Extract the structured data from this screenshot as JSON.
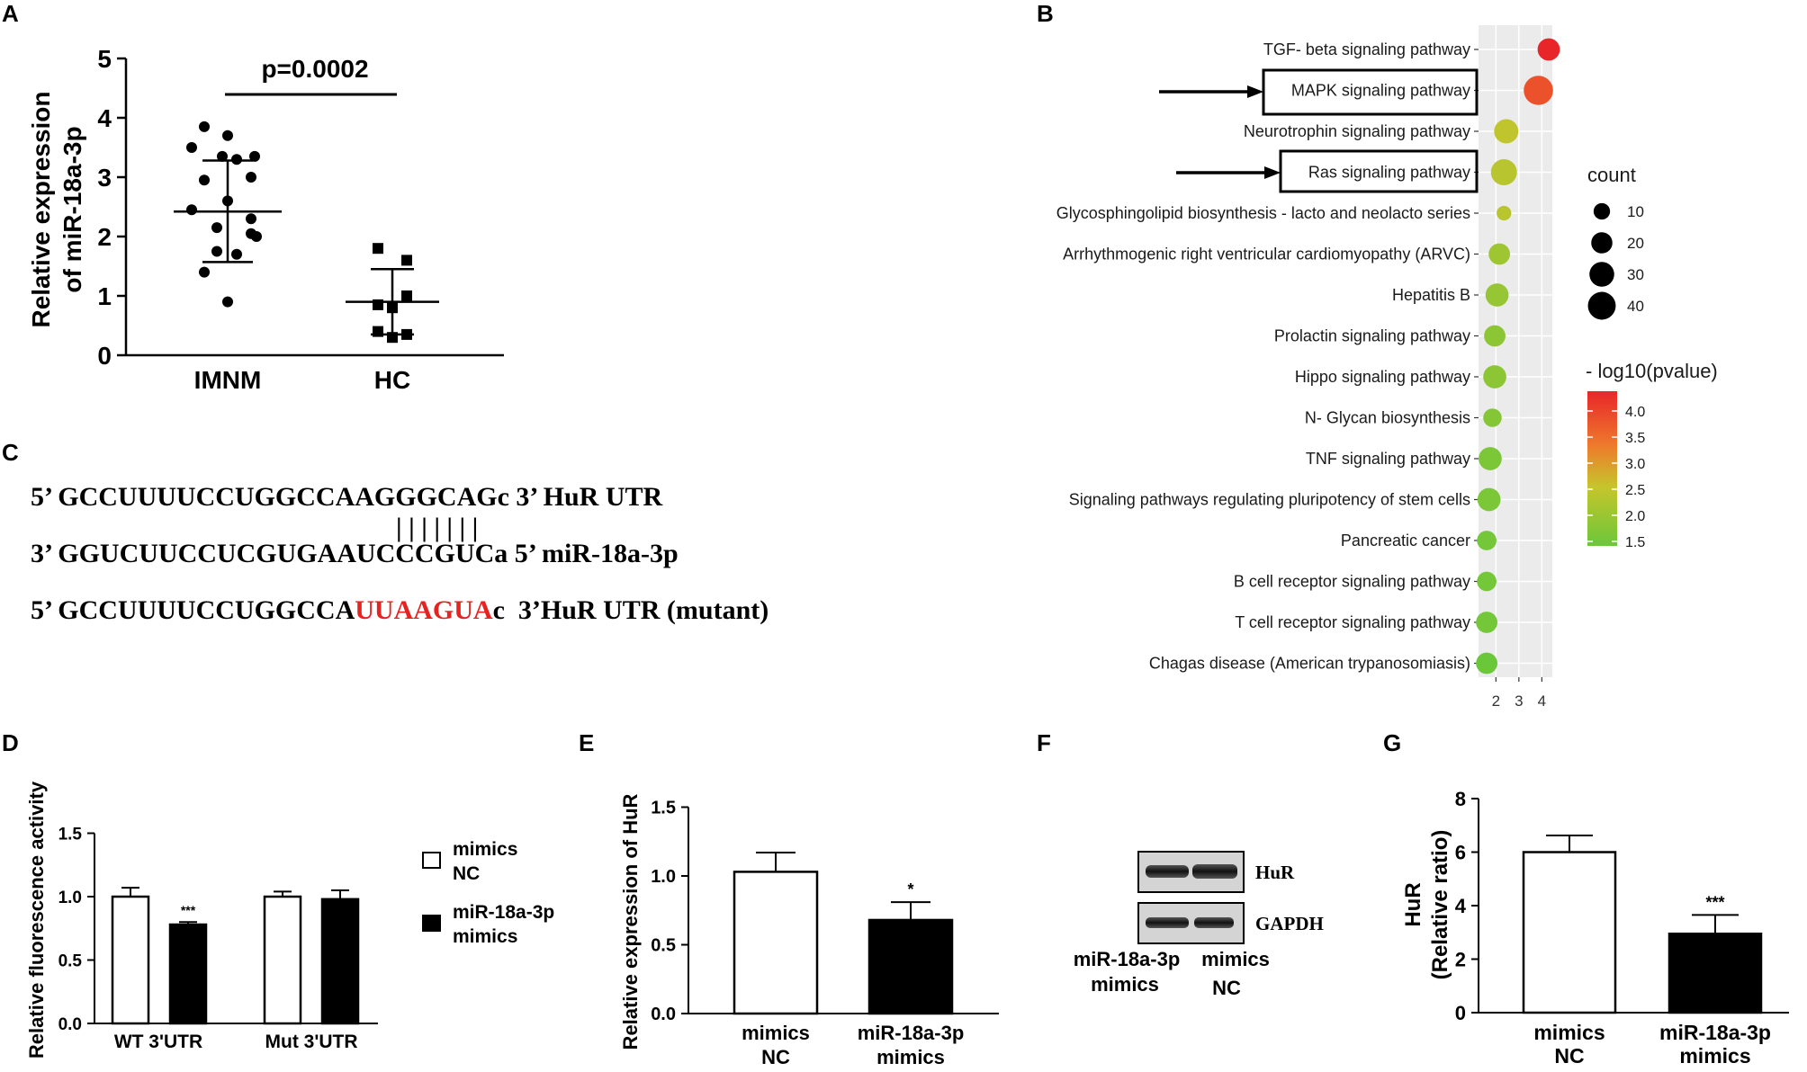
{
  "panels": {
    "A": {
      "letter": "A",
      "ylabel_line1": "Relative expression",
      "ylabel_line2": "of miR-18a-3p",
      "pvalue": "p=0.0002",
      "yticks": [
        "0",
        "1",
        "2",
        "3",
        "4",
        "5"
      ],
      "chart_data": {
        "type": "scatter",
        "title": "",
        "ylabel": "Relative expression of miR-18a-3p",
        "ylim": [
          0,
          5
        ],
        "categories": [
          "IMNM",
          "HC"
        ],
        "series": [
          {
            "name": "IMNM",
            "values": [
              3.85,
              3.7,
              3.5,
              3.35,
              3.35,
              3.3,
              3.0,
              2.95,
              2.6,
              2.45,
              2.3,
              2.15,
              2.05,
              2.0,
              1.75,
              1.7,
              1.4,
              0.9
            ],
            "mean": 2.42,
            "sd_upper": 3.28,
            "sd_lower": 1.57
          },
          {
            "name": "HC",
            "values": [
              1.8,
              1.6,
              1.0,
              0.85,
              0.8,
              0.4,
              0.35,
              0.3
            ],
            "mean": 0.9,
            "sd_upper": 1.45,
            "sd_lower": 0.35
          }
        ]
      }
    },
    "B": {
      "letter": "B",
      "count_legend_title": "count",
      "count_legend": [
        {
          "label": "10",
          "value": 10
        },
        {
          "label": "20",
          "value": 20
        },
        {
          "label": "30",
          "value": 30
        },
        {
          "label": "40",
          "value": 40
        }
      ],
      "color_legend_title": "- log10(pvalue)",
      "color_legend_ticks": [
        "4.0",
        "3.5",
        "3.0",
        "2.5",
        "2.0",
        "1.5"
      ],
      "xticks": [
        "2",
        "3",
        "4"
      ],
      "highlighted": [
        "MAPK signaling pathway",
        "Ras signaling pathway"
      ],
      "chart_data": {
        "type": "scatter",
        "title": "",
        "xlim": [
          1.4,
          4.3
        ],
        "pathways": [
          {
            "name": "TGF- beta signaling pathway",
            "x": 4.3,
            "count": 20,
            "neglog10p": 4.2
          },
          {
            "name": "MAPK signaling pathway",
            "x": 3.85,
            "count": 40,
            "neglog10p": 3.7
          },
          {
            "name": "Neurotrophin signaling pathway",
            "x": 2.45,
            "count": 25,
            "neglog10p": 2.4
          },
          {
            "name": "Ras signaling pathway",
            "x": 2.35,
            "count": 30,
            "neglog10p": 2.3
          },
          {
            "name": "Glycosphingolipid biosynthesis -  lacto and neolacto series",
            "x": 2.35,
            "count": 6,
            "neglog10p": 2.3
          },
          {
            "name": "Arrhythmogenic right ventricular cardiomyopathy (ARVC)",
            "x": 2.15,
            "count": 18,
            "neglog10p": 2.0
          },
          {
            "name": "Hepatitis B",
            "x": 2.05,
            "count": 22,
            "neglog10p": 1.9
          },
          {
            "name": "Prolactin signaling pathway",
            "x": 1.95,
            "count": 18,
            "neglog10p": 1.8
          },
          {
            "name": "Hippo signaling pathway",
            "x": 1.95,
            "count": 22,
            "neglog10p": 1.8
          },
          {
            "name": "N- Glycan biosynthesis",
            "x": 1.85,
            "count": 12,
            "neglog10p": 1.7
          },
          {
            "name": "TNF signaling pathway",
            "x": 1.75,
            "count": 22,
            "neglog10p": 1.6
          },
          {
            "name": "Signaling pathways regulating pluripotency of stem cells",
            "x": 1.7,
            "count": 22,
            "neglog10p": 1.6
          },
          {
            "name": "Pancreatic cancer",
            "x": 1.6,
            "count": 14,
            "neglog10p": 1.5
          },
          {
            "name": "B cell receptor signaling pathway",
            "x": 1.6,
            "count": 14,
            "neglog10p": 1.5
          },
          {
            "name": "T cell receptor signaling pathway",
            "x": 1.6,
            "count": 18,
            "neglog10p": 1.5
          },
          {
            "name": "Chagas disease (American trypanosomiasis)",
            "x": 1.6,
            "count": 18,
            "neglog10p": 1.4
          }
        ]
      }
    },
    "C": {
      "letter": "C",
      "line1": "5’ GCCUUUUCCUGGCCAAGGGCAGc 3’ HuR UTR",
      "pairing": "| | | | | | |",
      "line2": "3’ GGUCUUCCUCGUGAAUCCCGUCa 5’ miR-18a-3p",
      "line3_prefix": "5’ GCCUUUUCCUGGCCA",
      "line3_mutant": "UUAAGUA",
      "line3_suffix": "c  3’HuR UTR (mutant)",
      "mutant_color": "#e52421"
    },
    "D": {
      "letter": "D",
      "ylabel": "Relative fluorescence activity",
      "yticks": [
        "0.0",
        "0.5",
        "1.0",
        "1.5"
      ],
      "legend": [
        {
          "line1": "mimics",
          "line2": "NC"
        },
        {
          "line1": "miR-18a-3p",
          "line2": "mimics"
        }
      ],
      "sig": "***",
      "chart_data": {
        "type": "bar",
        "title": "",
        "ylabel": "Relative fluorescence activity",
        "ylim": [
          0,
          1.5
        ],
        "categories": [
          "WT 3'UTR",
          "Mut 3'UTR"
        ],
        "series": [
          {
            "name": "mimics NC",
            "values": [
              1.0,
              1.0
            ],
            "errors": [
              0.07,
              0.04
            ]
          },
          {
            "name": "miR-18a-3p mimics",
            "values": [
              0.78,
              0.98
            ],
            "errors": [
              0.02,
              0.07
            ]
          }
        ]
      }
    },
    "E": {
      "letter": "E",
      "ylabel": "Relative expression of HuR",
      "yticks": [
        "0.0",
        "0.5",
        "1.0",
        "1.5"
      ],
      "xlabels": [
        {
          "line1": "mimics",
          "line2": "NC"
        },
        {
          "line1": "miR-18a-3p",
          "line2": "mimics"
        }
      ],
      "sig": "*",
      "chart_data": {
        "type": "bar",
        "title": "",
        "ylabel": "Relative expression of HuR",
        "ylim": [
          0,
          1.5
        ],
        "categories": [
          "mimics NC",
          "miR-18a-3p mimics"
        ],
        "values": [
          1.03,
          0.68
        ],
        "errors": [
          0.14,
          0.13
        ]
      }
    },
    "F": {
      "letter": "F",
      "bands": [
        {
          "label": "HuR"
        },
        {
          "label": "GAPDH"
        }
      ],
      "lanes": [
        {
          "line1": "miR-18a-3p",
          "line2": "mimics"
        },
        {
          "line1": "mimics",
          "line2": "NC"
        }
      ]
    },
    "G": {
      "letter": "G",
      "ylabel_line1": "HuR",
      "ylabel_line2": "(Relative ratio)",
      "yticks": [
        "0",
        "2",
        "4",
        "6",
        "8"
      ],
      "xlabels": [
        {
          "line1": "mimics",
          "line2": "NC"
        },
        {
          "line1": "miR-18a-3p",
          "line2": "mimics"
        }
      ],
      "sig": "***",
      "chart_data": {
        "type": "bar",
        "title": "",
        "ylabel": "HuR (Relative ratio)",
        "ylim": [
          0,
          8
        ],
        "categories": [
          "mimics NC",
          "miR-18a-3p mimics"
        ],
        "values": [
          6.0,
          2.95
        ],
        "errors": [
          0.62,
          0.7
        ]
      }
    }
  }
}
